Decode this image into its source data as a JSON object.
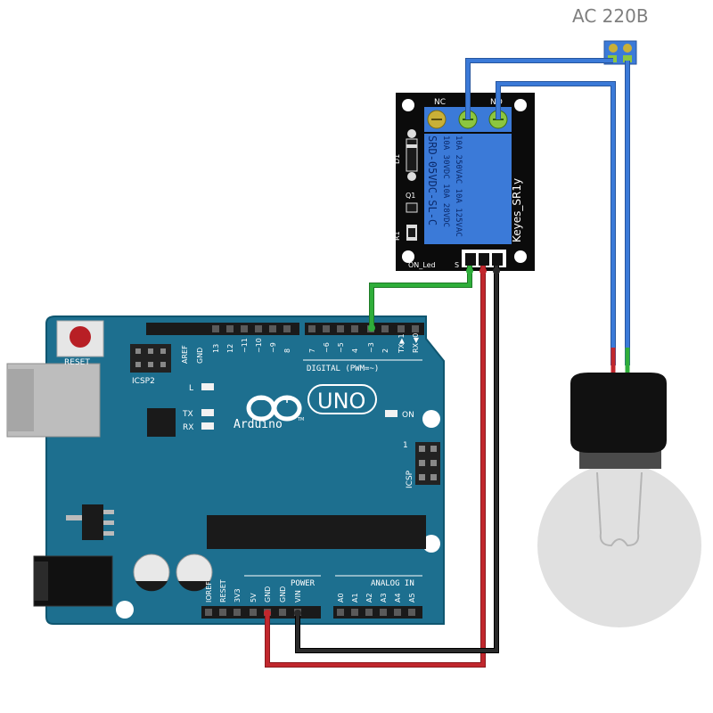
{
  "diagram": {
    "power_label": "AC 220B",
    "relay": {
      "nc": "NC",
      "no": "NO",
      "rating_line1": "10A 250VAC  10A 125VAC",
      "rating_line2": "10A 30VDC  10A 28VDC",
      "part_number": "SRD-05VDC-SL-C",
      "brand": "Keyes_SR1y",
      "d1": "D1",
      "q1": "Q1",
      "r1": "R1",
      "on_led": "ON_Led",
      "pin_s": "S"
    },
    "arduino": {
      "reset": "RESET",
      "icsp2": "ICSP2",
      "icsp": "ICSP",
      "aref": "AREF",
      "gnd": "GND",
      "digital_pins": [
        "13",
        "12",
        "~11",
        "~10",
        "~9",
        "8",
        "7",
        "~6",
        "~5",
        "4",
        "~3",
        "2",
        "TX▶1",
        "RX◀0"
      ],
      "digital_label": "DIGITAL (PWM=~)",
      "led_l": "L",
      "led_tx": "TX",
      "led_rx": "RX",
      "on_label": "ON",
      "logo_text": "UNO",
      "brand": "Arduino",
      "power_label": "POWER",
      "analog_label": "ANALOG IN",
      "power_pins": [
        "IOREF",
        "RESET",
        "3V3",
        "5V",
        "GND",
        "GND",
        "VIN"
      ],
      "analog_pins": [
        "A0",
        "A1",
        "A2",
        "A3",
        "A4",
        "A5"
      ],
      "icsp_pin1": "1"
    },
    "colors": {
      "board": "#1d6f8f",
      "relay_pcb": "#0b0b0b",
      "relay_body": "#3b7ad8",
      "wire_blue": "#3b7ad8",
      "wire_red": "#c1272d",
      "wire_black": "#1a1a1a",
      "wire_green": "#2fae3a"
    }
  }
}
